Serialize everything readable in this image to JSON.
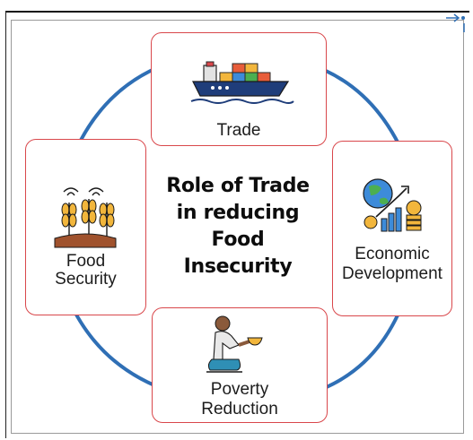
{
  "diagram": {
    "title_lines": [
      "Role of Trade",
      "in reducing",
      "Food",
      "Insecurity"
    ],
    "nodes": {
      "trade": {
        "label_lines": [
          "Trade"
        ],
        "icon": "cargo-ship-icon"
      },
      "economic_development": {
        "label_lines": [
          "Economic",
          "Development"
        ],
        "icon": "globe-coins-growth-icon"
      },
      "poverty_reduction": {
        "label_lines": [
          "Poverty",
          "Reduction"
        ],
        "icon": "person-receiving-bowl-icon"
      },
      "food_security": {
        "label_lines": [
          "Food",
          "Security"
        ],
        "icon": "wheat-field-icon"
      }
    },
    "cycle_direction": "clockwise",
    "colors": {
      "node_border": "#d9474b",
      "arrow": "#2f6fb5",
      "text": "#1c1c1c"
    }
  }
}
